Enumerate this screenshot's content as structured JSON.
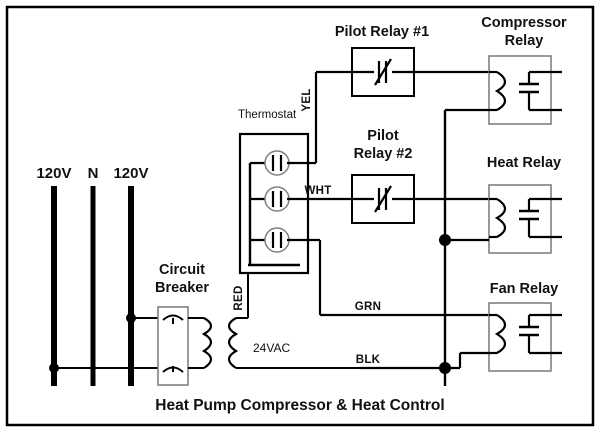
{
  "diagram": {
    "title": "Heat Pump Compressor & Heat Control",
    "border_color": "#000000",
    "line_color": "#000000",
    "component_box_color": "#808080",
    "background": "#ffffff"
  },
  "power_rails": [
    {
      "id": "rail-l1",
      "label": "120V"
    },
    {
      "id": "rail-n",
      "label": "N"
    },
    {
      "id": "rail-l2",
      "label": "120V"
    }
  ],
  "components": {
    "circuit_breaker": {
      "label_line1": "Circuit",
      "label_line2": "Breaker",
      "symbol": "thermal-breaker-double-pole"
    },
    "transformer": {
      "label": "24VAC",
      "symbol": "two-coil-transformer"
    },
    "thermostat": {
      "label": "Thermostat",
      "switch_count": 3,
      "symbol": "contact-circle"
    },
    "pilot_relay_1": {
      "label_line1": "Pilot Relay #1",
      "label_line2": "",
      "symbol": "normally-closed-contact"
    },
    "pilot_relay_2": {
      "label_line1": "Pilot",
      "label_line2": "Relay #2",
      "symbol": "normally-closed-contact"
    },
    "compressor_relay": {
      "label_line1": "Compressor",
      "label_line2": "Relay",
      "symbol": "coil-and-contact"
    },
    "heat_relay": {
      "label_line1": "Heat Relay",
      "label_line2": "",
      "symbol": "coil-and-contact"
    },
    "fan_relay": {
      "label_line1": "Fan Relay",
      "label_line2": "",
      "symbol": "coil-and-contact"
    }
  },
  "wire_labels": [
    {
      "id": "wire-yel",
      "label": "YEL",
      "orientation": "vertical"
    },
    {
      "id": "wire-wht",
      "label": "WHT",
      "orientation": "horizontal"
    },
    {
      "id": "wire-red",
      "label": "RED",
      "orientation": "vertical"
    },
    {
      "id": "wire-grn",
      "label": "GRN",
      "orientation": "horizontal"
    },
    {
      "id": "wire-blk",
      "label": "BLK",
      "orientation": "horizontal"
    }
  ]
}
